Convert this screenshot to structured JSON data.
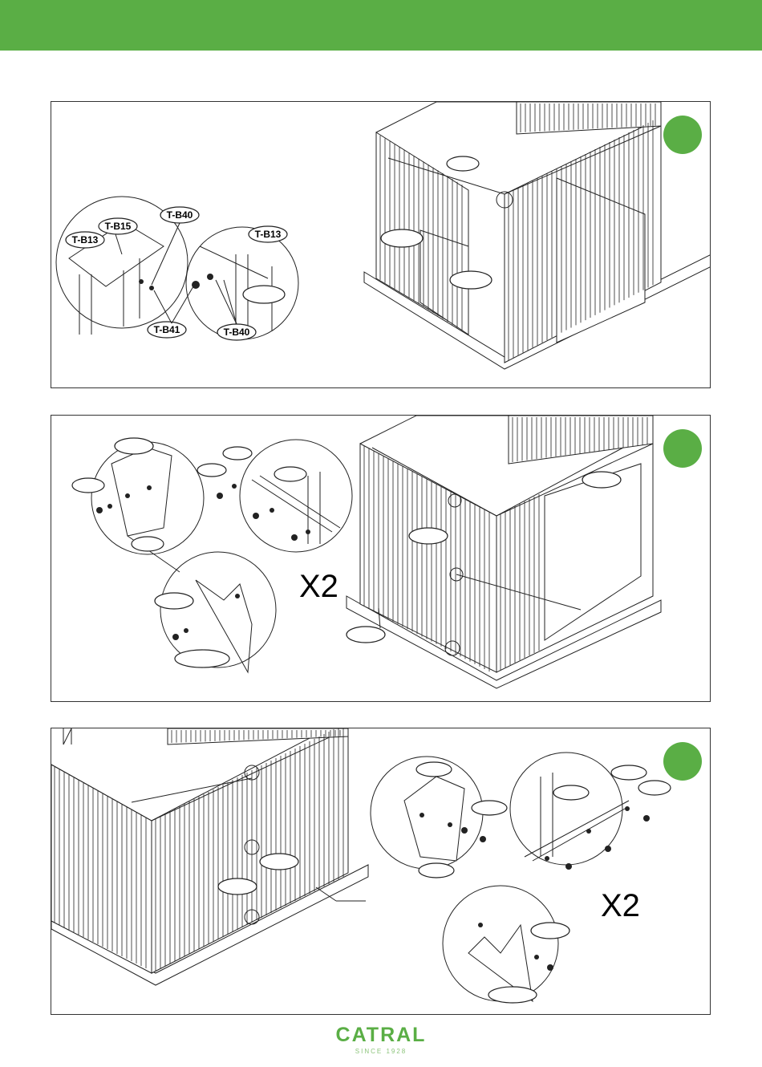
{
  "colors": {
    "accent": "#5aae45",
    "line": "#222222"
  },
  "step1": {
    "labels": [
      "T-B15",
      "T-B40",
      "T-B13",
      "T-B13",
      "T-B41",
      "T-B40"
    ]
  },
  "step2": {
    "multiplier": "X2"
  },
  "step3": {
    "multiplier": "X2"
  },
  "footer": {
    "brand": "CATRAL",
    "since": "SINCE 1928"
  }
}
